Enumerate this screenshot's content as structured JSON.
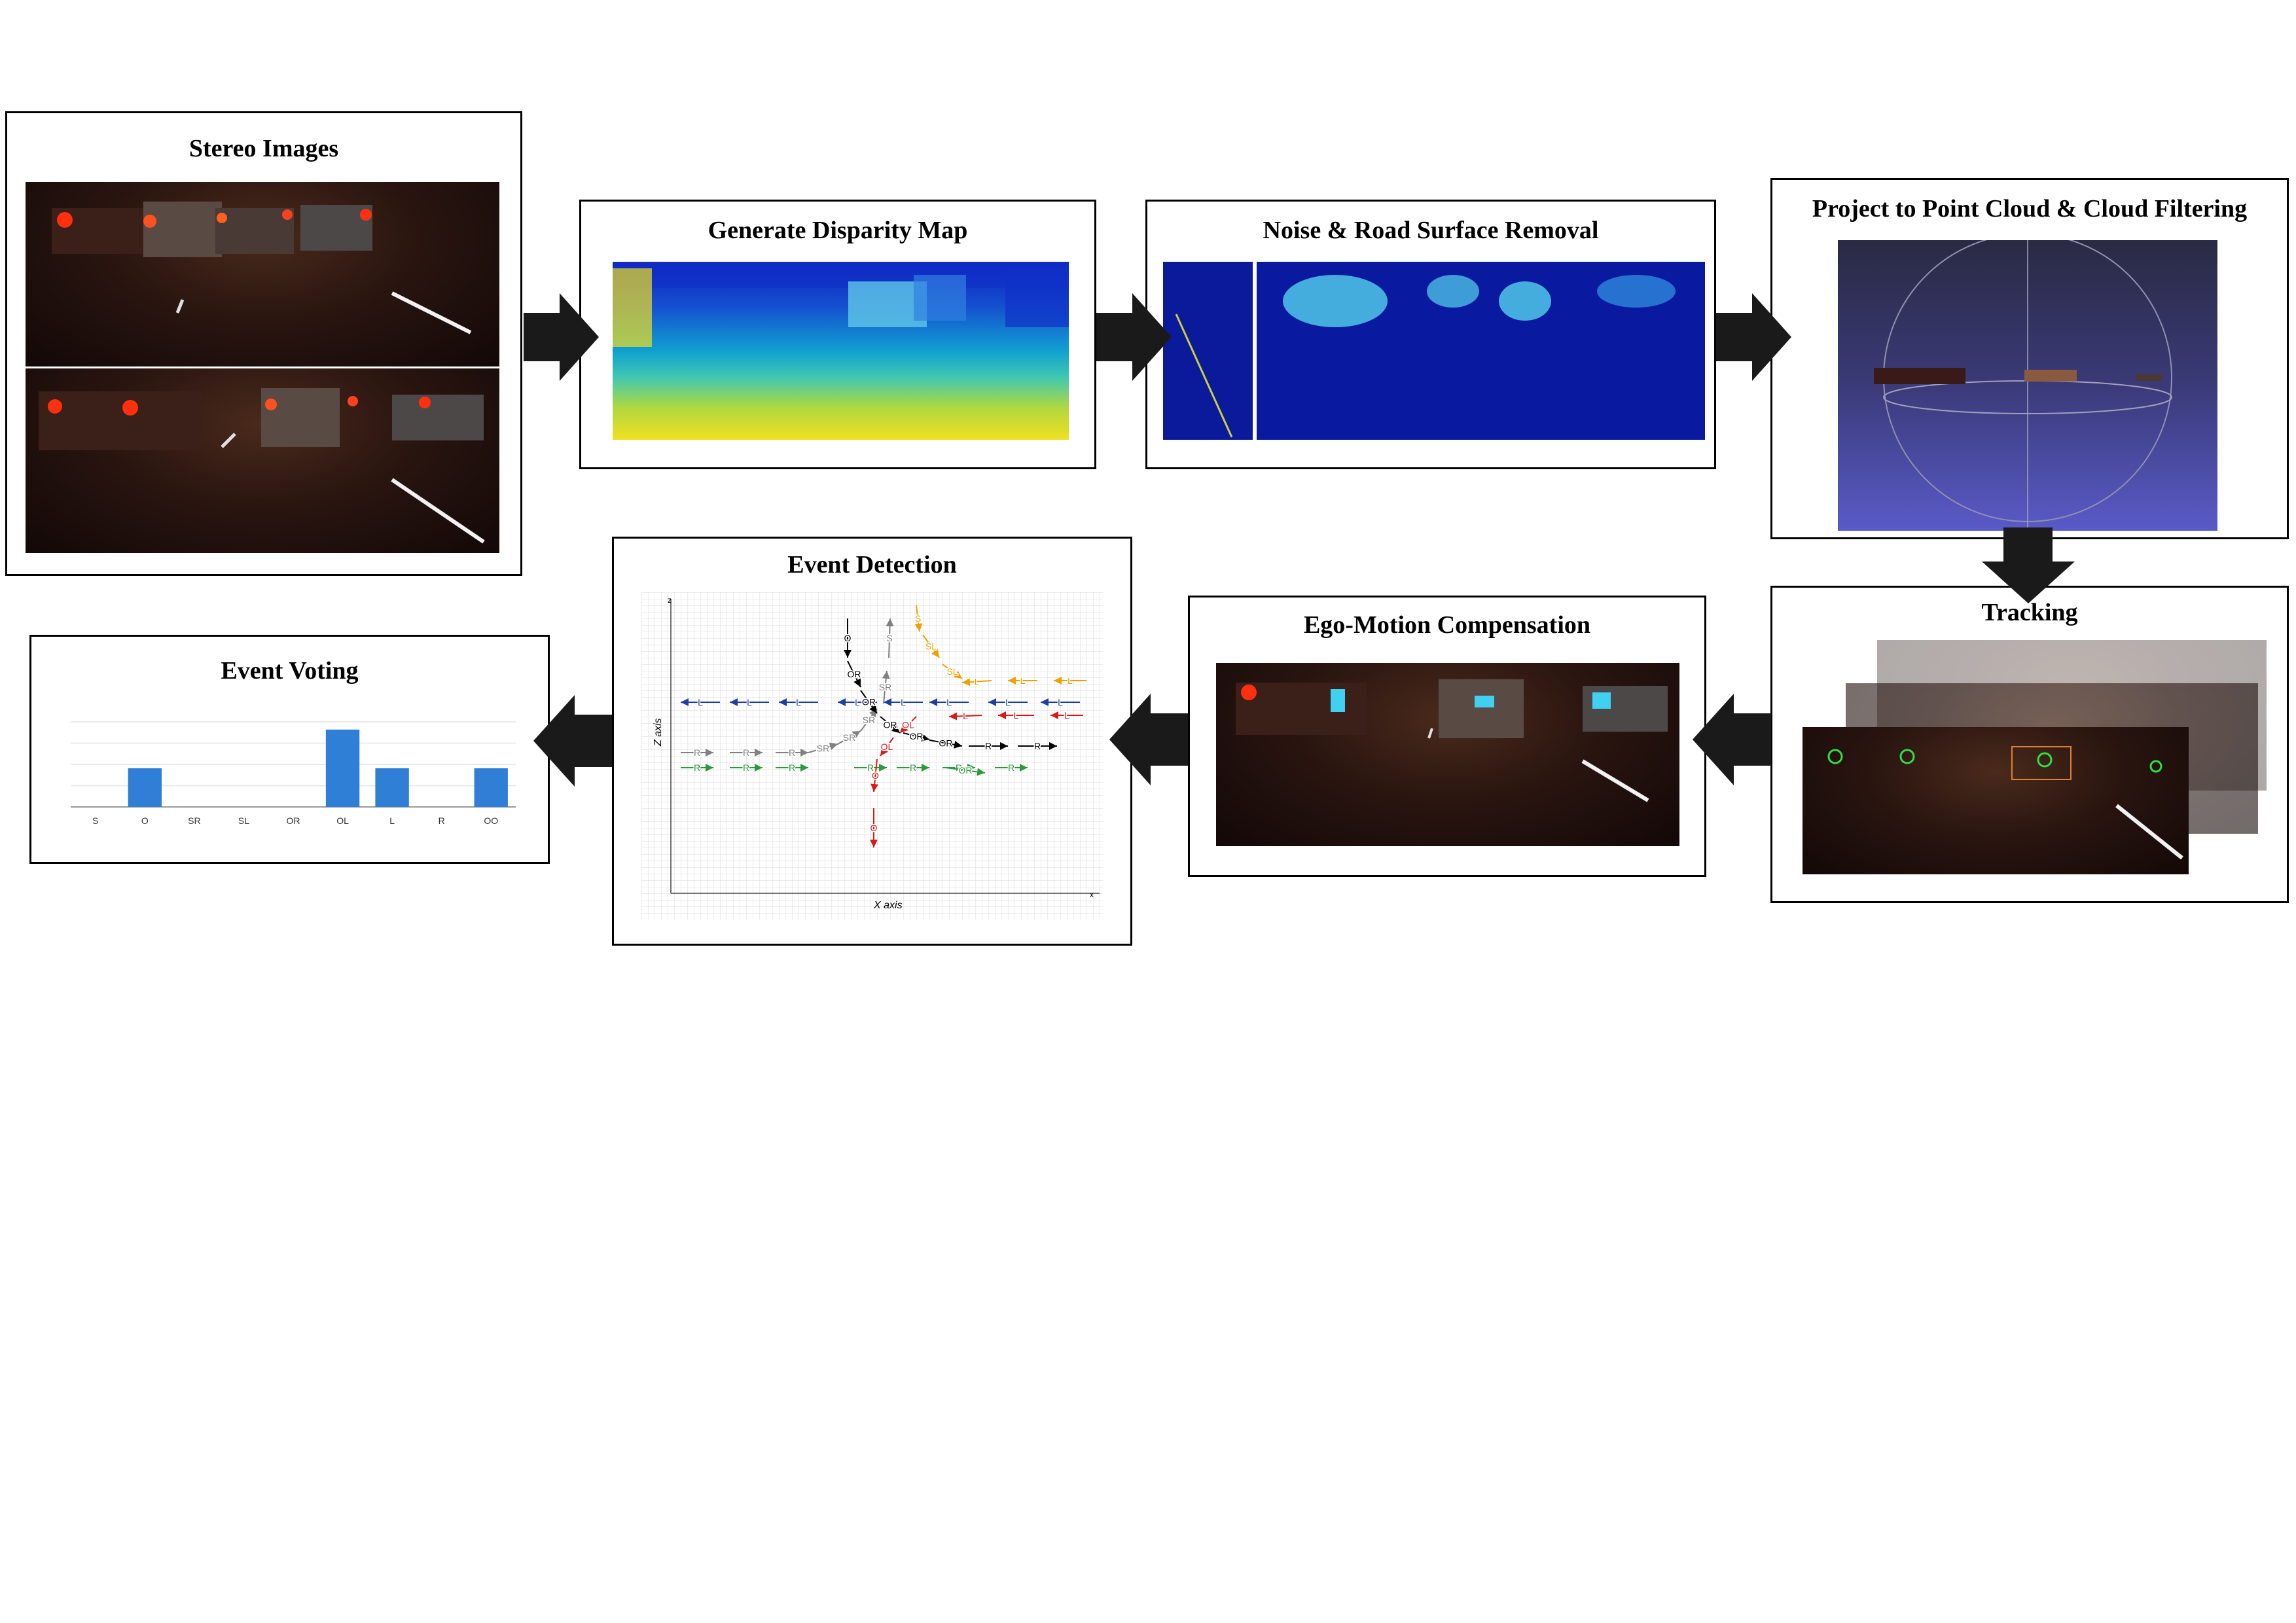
{
  "stages": {
    "stereo_images": "Stereo Images",
    "disparity_map": "Generate Disparity Map",
    "noise_removal": "Noise & Road Surface Removal",
    "point_cloud": "Project to Point Cloud & Cloud Filtering",
    "tracking": "Tracking",
    "ego_motion": "Ego-Motion Compensation",
    "event_detection": "Event Detection",
    "event_voting": "Event Voting"
  },
  "event_detection_plot": {
    "z_axis_label": "Z axis",
    "x_axis_label": "X axis",
    "z_tick": "z",
    "x_tick": "x",
    "labels": {
      "O": "O",
      "OR": "OR",
      "SR": "SR",
      "S": "S",
      "SL": "SL",
      "L": "L",
      "R": "R",
      "OL": "OL",
      "OO": "OO"
    }
  },
  "chart_data": {
    "type": "bar",
    "categories": [
      "S",
      "O",
      "SR",
      "SL",
      "OR",
      "OL",
      "L",
      "R",
      "OO"
    ],
    "values": [
      0,
      1,
      0,
      0,
      0,
      2,
      1,
      0,
      1
    ],
    "ylim": [
      0,
      2.2
    ],
    "grid": true,
    "bar_color": "#2f7fd6"
  },
  "colors": {
    "arrow": "#1a1a1a",
    "blue_L": "#1f3fa0",
    "gray_R": "#808080",
    "green_R": "#2a9a3a",
    "red_OL": "#d81a1a",
    "orange_SL": "#f0a000",
    "black_OR": "#000000"
  }
}
